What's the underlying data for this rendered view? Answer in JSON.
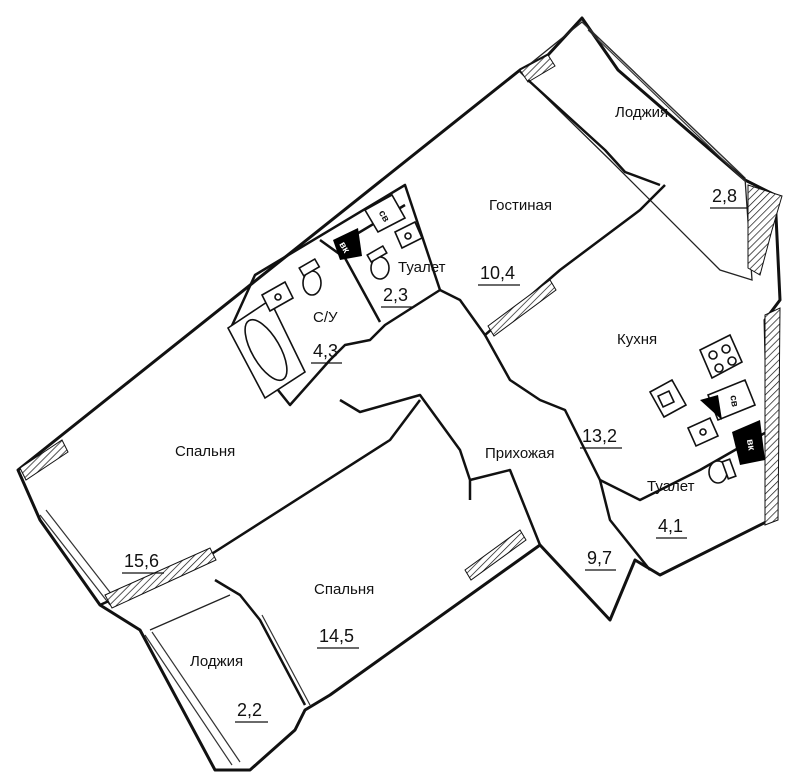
{
  "rooms": {
    "loggia_top": {
      "name": "Лоджия",
      "area": "2,8"
    },
    "living": {
      "name": "Гостиная",
      "area": "10,4"
    },
    "toilet_top": {
      "name": "Туалет",
      "area": "2,3"
    },
    "bath": {
      "name": "С/У",
      "area": "4,3"
    },
    "kitchen": {
      "name": "Кухня",
      "area": "13,2"
    },
    "hall": {
      "name": "Прихожая",
      "area": "9,7"
    },
    "toilet_right": {
      "name": "Туалет",
      "area": "4,1"
    },
    "bedroom_left": {
      "name": "Спальня",
      "area": "15,6"
    },
    "bedroom_mid": {
      "name": "Спальня",
      "area": "14,5"
    },
    "loggia_bottom": {
      "name": "Лоджия",
      "area": "2,2"
    }
  },
  "fixtures": {
    "washer_label": "св",
    "riser_label": "вк"
  }
}
